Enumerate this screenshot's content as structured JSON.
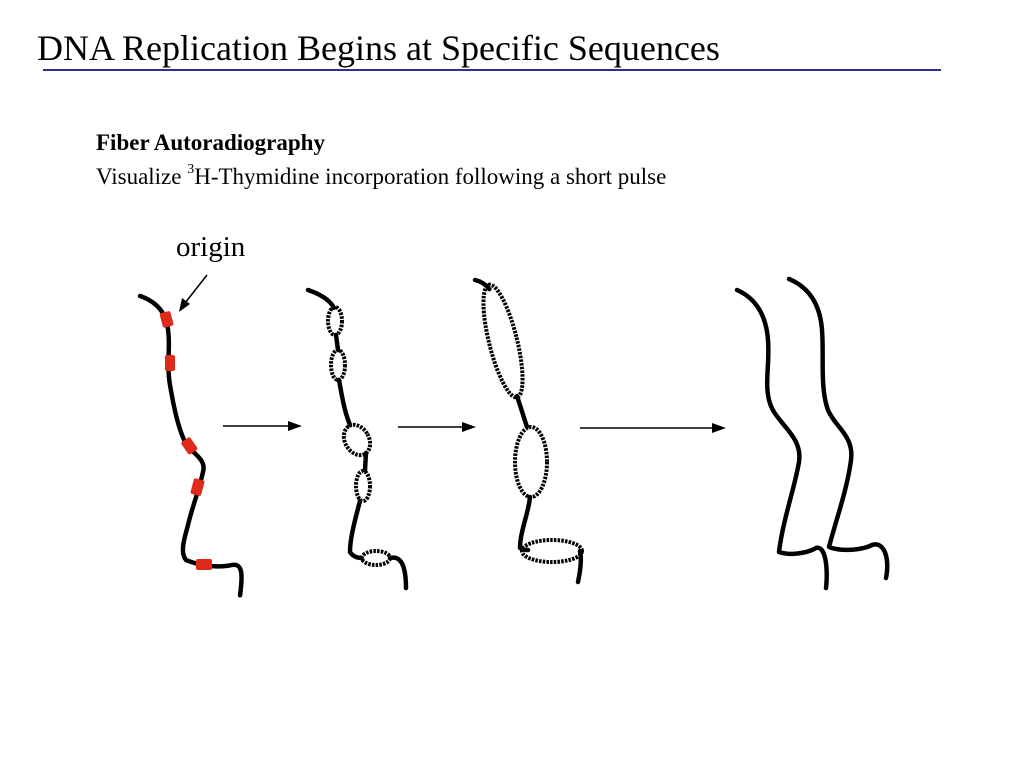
{
  "slide": {
    "title": "DNA Replication Begins at Specific Sequences",
    "subtitle": "Fiber Autoradiography",
    "description_prefix": "Visualize ",
    "description_superscript": "3",
    "description_suffix": "H-Thymidine incorporation following a short pulse",
    "origin_label": "origin"
  },
  "colors": {
    "title_rule": "#2b2f8f",
    "labeled_origin": "#dd2a1a",
    "fiber": "#000000"
  },
  "stages": [
    {
      "name": "unreplicated fiber with labeled origins",
      "origins_marked": 5
    },
    {
      "name": "small replication bubbles",
      "bubbles": 5
    },
    {
      "name": "enlarged bubbles",
      "bubbles": 3
    },
    {
      "name": "two fully replicated daughter fibers",
      "strands": 2
    }
  ]
}
